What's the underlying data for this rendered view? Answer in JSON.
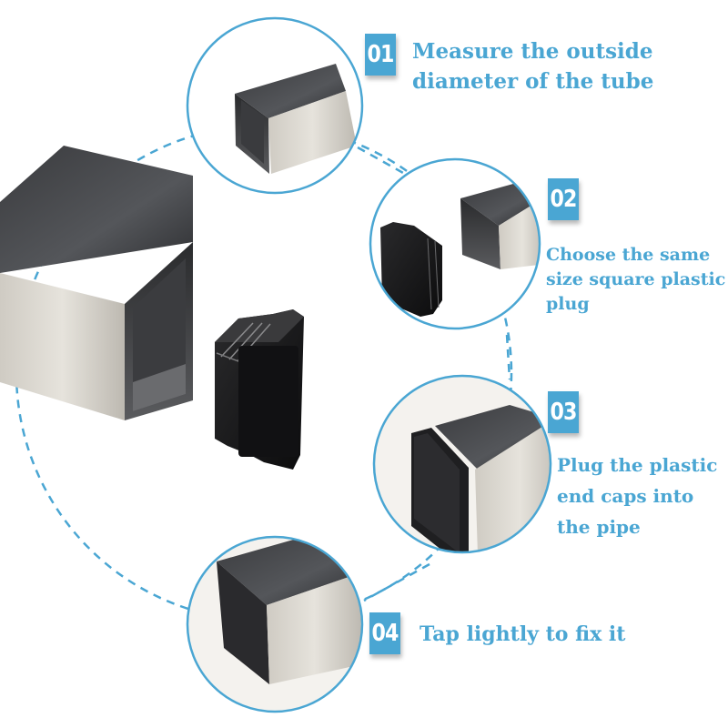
{
  "infographic": {
    "theme_color": "#4aa6d3",
    "steps": [
      {
        "number": "01",
        "text": "Measure the outside\ndiameter of the tube",
        "image": "square-steel-tube-open-end"
      },
      {
        "number": "02",
        "text": "Choose the  same\nsize square plastic\nplug",
        "image": "plastic-plug-beside-tube"
      },
      {
        "number": "03",
        "text": "Plug the plastic\nend caps into\nthe pipe",
        "image": "cap-partially-inserted"
      },
      {
        "number": "04",
        "text": "Tap lightly to fix it",
        "image": "cap-fully-inserted"
      }
    ],
    "main_image": "square-steel-tube-and-black-ribbed-end-plug"
  }
}
